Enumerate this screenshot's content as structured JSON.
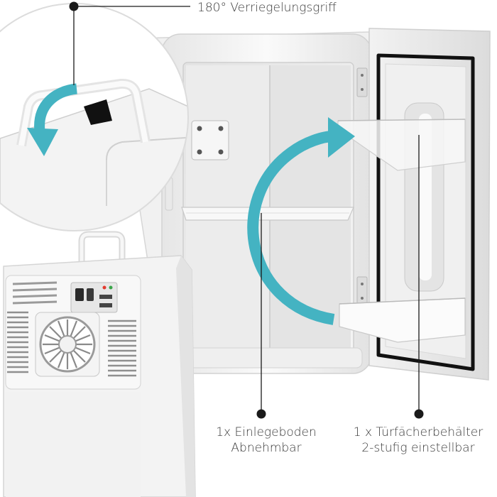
{
  "callouts": {
    "handle": {
      "text": "180° Verriegelungsgriff"
    },
    "shelf": {
      "line1": "1x Einlegeboden",
      "line2": "Abnehmbar"
    },
    "door": {
      "line1": "1 x Türfächerbehälter",
      "line2": "2-stufig einstellbar"
    }
  },
  "colors": {
    "arrow": "#44b3c2",
    "leader": "#1a1a1a",
    "body": "#f4f4f4",
    "interior": "#eaeaea",
    "gasket": "#111111"
  },
  "icons": [
    "rotate-arrow-icon",
    "swing-arrow-icon",
    "fan-icon"
  ]
}
